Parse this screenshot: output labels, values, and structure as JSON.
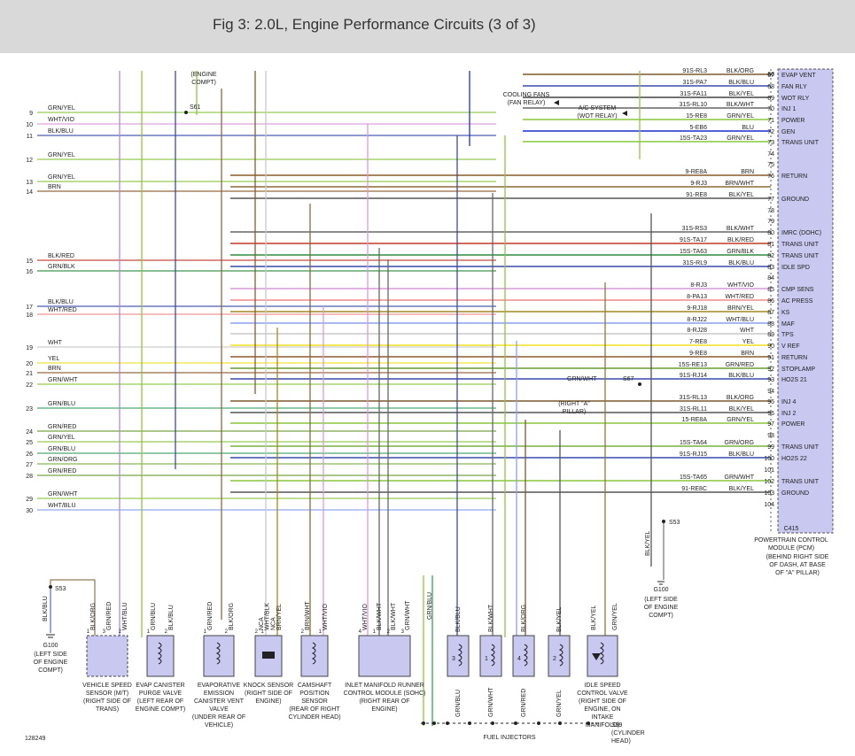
{
  "title": "Fig 3: 2.0L, Engine Performance Circuits (3 of 3)",
  "figure_id": "128249",
  "pcm": {
    "label": "POWERTRAIN CONTROL MODULE (PCM)",
    "location": "(BEHIND RIGHT SIDE OF DASH, AT BASE OF \"A\" PILLAR)",
    "connector": "C415",
    "top_pin": "66"
  },
  "right_wires": [
    {
      "pin": "67",
      "circuit": "91S-RL3",
      "color": "BLK/ORG",
      "func": "EVAP VENT",
      "wire": "#7a5a2e"
    },
    {
      "pin": "68",
      "circuit": "31S-PA7",
      "color": "BLK/BLU",
      "func": "FAN RLY",
      "wire": "#3a4aa8"
    },
    {
      "pin": "69",
      "circuit": "31S-FA11",
      "color": "BLK/YEL",
      "func": "WOT RLY",
      "wire": "#444"
    },
    {
      "pin": "70",
      "circuit": "31S-RL10",
      "color": "BLK/WHT",
      "func": "INJ 1",
      "wire": "#666"
    },
    {
      "pin": "71",
      "circuit": "15-RE8",
      "color": "GRN/YEL",
      "func": "POWER",
      "wire": "#8cc63f"
    },
    {
      "pin": "72",
      "circuit": "5-EB6",
      "color": "BLU",
      "func": "GEN",
      "wire": "#1a2fd0"
    },
    {
      "pin": "73",
      "circuit": "15S-TA23",
      "color": "GRN/YEL",
      "func": "TRANS UNIT",
      "wire": "#8cc63f"
    },
    {
      "pin": "74",
      "circuit": "",
      "color": "",
      "func": "",
      "wire": ""
    },
    {
      "pin": "75",
      "circuit": "",
      "color": "",
      "func": "",
      "wire": ""
    },
    {
      "pin": "76",
      "circuit": "9-RE8A",
      "color": "BRN",
      "func": "RETURN",
      "wire": "#8b5a2b"
    },
    {
      "pin": "",
      "circuit": "9-RJ3",
      "color": "BRN/WHT",
      "func": "",
      "wire": "#8b6a3b"
    },
    {
      "pin": "77",
      "circuit": "91-RE8",
      "color": "BLK/YEL",
      "func": "GROUND",
      "wire": "#555"
    },
    {
      "pin": "78",
      "circuit": "",
      "color": "",
      "func": "",
      "wire": ""
    },
    {
      "pin": "79",
      "circuit": "",
      "color": "",
      "func": "",
      "wire": ""
    },
    {
      "pin": "80",
      "circuit": "31S-RS3",
      "color": "BLK/WHT",
      "func": "IMRC (DOHC)",
      "wire": "#666"
    },
    {
      "pin": "81",
      "circuit": "91S-TA17",
      "color": "BLK/RED",
      "func": "TRANS UNIT",
      "wire": "#c0392b"
    },
    {
      "pin": "82",
      "circuit": "15S-TA63",
      "color": "GRN/BLK",
      "func": "TRANS UNIT",
      "wire": "#2e8b3e"
    },
    {
      "pin": "83",
      "circuit": "31S-RL9",
      "color": "BLK/BLU",
      "func": "IDLE SPD",
      "wire": "#3a4aa8"
    },
    {
      "pin": "84",
      "circuit": "",
      "color": "",
      "func": "",
      "wire": ""
    },
    {
      "pin": "85",
      "circuit": "8-RJ3",
      "color": "WHT/VIO",
      "func": "CMP SENS",
      "wire": "#d89ad8"
    },
    {
      "pin": "86",
      "circuit": "8-PA13",
      "color": "WHT/RED",
      "func": "AC PRESS",
      "wire": "#f08a8a"
    },
    {
      "pin": "87",
      "circuit": "9-RJ18",
      "color": "BRN/YEL",
      "func": "KS",
      "wire": "#a08a20"
    },
    {
      "pin": "88",
      "circuit": "8-RJ22",
      "color": "WHT/BLU",
      "func": "MAF",
      "wire": "#8aa0f0"
    },
    {
      "pin": "89",
      "circuit": "8-RJ28",
      "color": "WHT",
      "func": "TPS",
      "wire": "#c8c8c8"
    },
    {
      "pin": "90",
      "circuit": "7-RE8",
      "color": "YEL",
      "func": "V REF",
      "wire": "#f0e020"
    },
    {
      "pin": "91",
      "circuit": "9-RE8",
      "color": "BRN",
      "func": "RETURN",
      "wire": "#8b5a2b"
    },
    {
      "pin": "92",
      "circuit": "15S-RE13",
      "color": "GRN/RED",
      "func": "STOPLAMP",
      "wire": "#6a9a30"
    },
    {
      "pin": "93",
      "circuit": "91S-RJ14",
      "color": "BLK/BLU",
      "func": "HO2S 21",
      "wire": "#3a4aa8"
    },
    {
      "pin": "94",
      "circuit": "",
      "color": "",
      "func": "",
      "wire": ""
    },
    {
      "pin": "95",
      "circuit": "31S-RL13",
      "color": "BLK/ORG",
      "func": "INJ 4",
      "wire": "#7a5a2e"
    },
    {
      "pin": "96",
      "circuit": "31S-RL11",
      "color": "BLK/YEL",
      "func": "INJ 2",
      "wire": "#555"
    },
    {
      "pin": "97",
      "circuit": "15-RE8A",
      "color": "GRN/YEL",
      "func": "POWER",
      "wire": "#8cc63f"
    },
    {
      "pin": "98",
      "circuit": "",
      "color": "",
      "func": "",
      "wire": ""
    },
    {
      "pin": "99",
      "circuit": "15S-TA64",
      "color": "GRN/ORG",
      "func": "TRANS UNIT",
      "wire": "#7ab040"
    },
    {
      "pin": "100",
      "circuit": "91S-RJ15",
      "color": "BLK/BLU",
      "func": "HO2S 22",
      "wire": "#3a4aa8"
    },
    {
      "pin": "101",
      "circuit": "",
      "color": "",
      "func": "",
      "wire": ""
    },
    {
      "pin": "102",
      "circuit": "15S-TA65",
      "color": "GRN/WHT",
      "func": "TRANS UNIT",
      "wire": "#8cc63f"
    },
    {
      "pin": "103",
      "circuit": "91-RE8C",
      "color": "BLK/YEL",
      "func": "GROUND",
      "wire": "#555"
    },
    {
      "pin": "104",
      "circuit": "",
      "color": "",
      "func": "",
      "wire": ""
    }
  ],
  "left_wires": [
    {
      "num": "9",
      "color": "GRN/YEL",
      "wire": "#8cc63f"
    },
    {
      "num": "10",
      "color": "WHT/VIO",
      "wire": "#d89ad8"
    },
    {
      "num": "11",
      "color": "BLK/BLU",
      "wire": "#3a4aa8"
    },
    {
      "num": "12",
      "color": "GRN/YEL",
      "wire": "#8cc63f"
    },
    {
      "num": "13",
      "color": "GRN/YEL",
      "wire": "#8cc63f"
    },
    {
      "num": "14",
      "color": "BRN",
      "wire": "#8b5a2b"
    },
    {
      "num": "15",
      "color": "BLK/RED",
      "wire": "#c0392b"
    },
    {
      "num": "16",
      "color": "GRN/BLK",
      "wire": "#2e8b3e"
    },
    {
      "num": "17",
      "color": "BLK/BLU",
      "wire": "#3a4aa8"
    },
    {
      "num": "18",
      "color": "WHT/RED",
      "wire": "#f08a8a"
    },
    {
      "num": "19",
      "color": "WHT",
      "wire": "#c8c8c8"
    },
    {
      "num": "20",
      "color": "YEL",
      "wire": "#f0e020"
    },
    {
      "num": "21",
      "color": "BRN",
      "wire": "#8b5a2b"
    },
    {
      "num": "22",
      "color": "GRN/WHT",
      "wire": "#8cc63f"
    },
    {
      "num": "23",
      "color": "GRN/BLU",
      "wire": "#3aa060"
    },
    {
      "num": "24",
      "color": "GRN/RED",
      "wire": "#6a9a30"
    },
    {
      "num": "25",
      "color": "GRN/YEL",
      "wire": "#8cc63f"
    },
    {
      "num": "26",
      "color": "GRN/BLU",
      "wire": "#3aa060"
    },
    {
      "num": "27",
      "color": "GRN/ORG",
      "wire": "#7ab040"
    },
    {
      "num": "28",
      "color": "GRN/RED",
      "wire": "#6a9a30"
    },
    {
      "num": "29",
      "color": "GRN/WHT",
      "wire": "#8cc63f"
    },
    {
      "num": "30",
      "color": "WHT/BLU",
      "wire": "#8aa0f0"
    }
  ],
  "labels": {
    "engine_compt": "(ENGINE COMPT)",
    "s61": "S61",
    "s67": "S67",
    "s53": "S53",
    "s99": "S99",
    "s99_loc": "(CYLINDER HEAD)",
    "right_a_pillar": "(RIGHT \"A\" PILLAR)",
    "grn_wht": "GRN/WHT",
    "cooling_fans": "COOLING FANS (FAN RELAY)",
    "ac_system": "A/C SYSTEM (WOT RELAY)",
    "g100": "G100",
    "g100_loc": "(LEFT SIDE OF ENGINE COMPT)",
    "blk_yel": "BLK/YEL",
    "blk_blu": "BLK/BLU",
    "fuel_injectors": "FUEL INJECTORS",
    "grn_blu": "GRN/BLU"
  },
  "components": [
    {
      "id": "vss",
      "name": "VEHICLE SPEED SENSOR (M/T)",
      "loc": "(RIGHT SIDE OF TRANS)",
      "pins": [
        "BLK/ORG",
        "GRN/RED",
        "WHT/BLU"
      ],
      "nums": [
        "1",
        "3",
        "2"
      ]
    },
    {
      "id": "evap-purge",
      "name": "EVAP CANISTER PURGE VALVE",
      "loc": "(LEFT REAR OF ENGINE COMPT)",
      "pins": [
        "GRN/BLU",
        "BLK/BLU"
      ],
      "nums": [
        "1",
        "2"
      ]
    },
    {
      "id": "evap-vent",
      "name": "EVAPORATIVE EMISSION CANISTER VENT VALVE",
      "loc": "(UNDER REAR OF VEHICLE)",
      "pins": [
        "GRN/RED",
        "BLK/ORG"
      ],
      "nums": [
        "1",
        "2"
      ]
    },
    {
      "id": "knock",
      "name": "KNOCK SENSOR",
      "loc": "(RIGHT SIDE OF ENGINE)",
      "pins": [
        "NCA",
        "WHT/BLK",
        "NCA",
        "BRN/YEL"
      ],
      "nums": [
        "2",
        "1"
      ]
    },
    {
      "id": "cmp",
      "name": "CAMSHAFT POSITION SENSOR",
      "loc": "(REAR OF RIGHT CYLINDER HEAD)",
      "pins": [
        "BRN/WHT",
        "WHT/VIO"
      ],
      "nums": [
        "2",
        "1"
      ]
    },
    {
      "id": "imrc",
      "name": "INLET MANIFOLD RUNNER CONTROL MODULE (SOHC)",
      "loc": "(RIGHT REAR OF ENGINE)",
      "pins": [
        "WHT/VIO",
        "BLK/WHT",
        "BLK/WHT",
        "GRN/WHT"
      ],
      "nums": [
        "4",
        "1",
        "2",
        "3"
      ]
    },
    {
      "id": "iac",
      "name": "IDLE SPEED CONTROL VALVE",
      "loc": "(RIGHT SIDE OF ENGINE, ON INTAKE MANIFOLD)",
      "pins": [
        "BLK/YEL",
        "GRN/YEL"
      ],
      "nums": []
    }
  ],
  "injectors": [
    {
      "num": "3",
      "top": "BLK/BLU",
      "bottom": "GRN/BLU"
    },
    {
      "num": "1",
      "top": "BLK/WHT",
      "bottom": "GRN/WHT"
    },
    {
      "num": "4",
      "top": "BLK/ORG",
      "bottom": "GRN/RED"
    },
    {
      "num": "2",
      "top": "BLK/YEL",
      "bottom": "GRN/YEL"
    }
  ]
}
